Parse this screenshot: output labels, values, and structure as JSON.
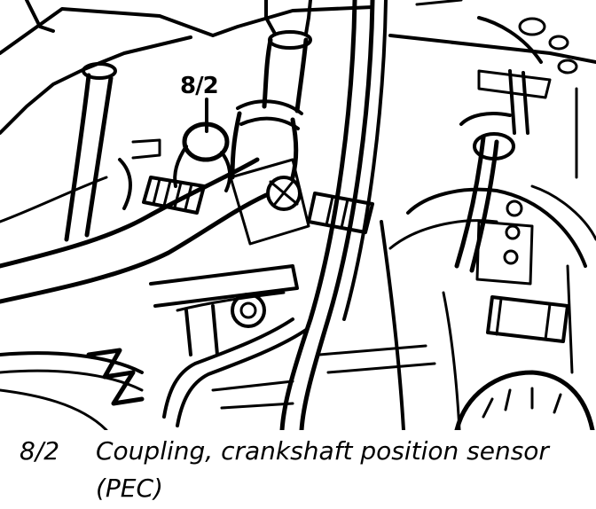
{
  "figure": {
    "callout_label": "8/2"
  },
  "caption": {
    "reference": "8/2",
    "text_line1": "Coupling, crankshaft position sensor",
    "text_line2": "(PEC)"
  }
}
